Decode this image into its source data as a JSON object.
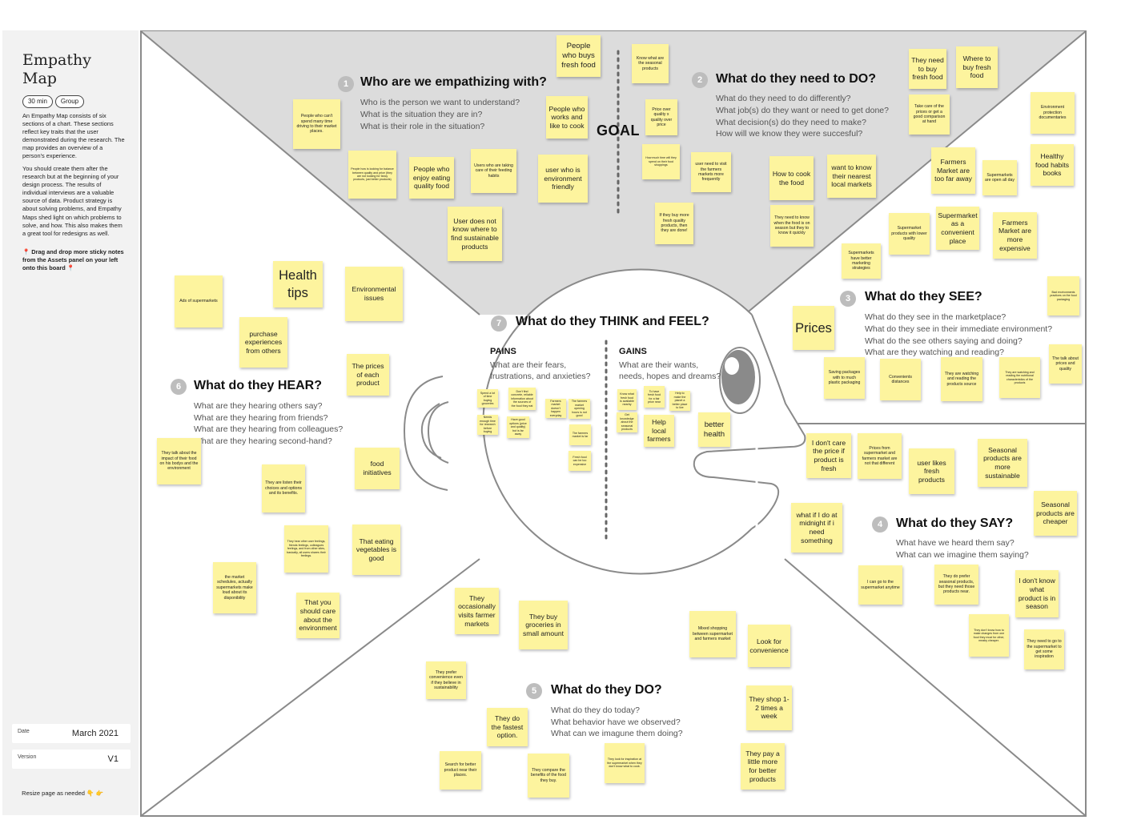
{
  "sidebar": {
    "title": "Empathy Map",
    "tags": [
      "30 min",
      "Group"
    ],
    "para1": "An Empathy Map consists of six sections of a chart. These sections reflect key traits that the user demonstrated during the research. The map provides an overview of a person's experience.",
    "para2": "You should create them after the research but at the beginning of your design process. The results of individual interviews are a valuable source of data. Product strategy is about solving problems, and Empathy Maps shed light on which problems to solve, and how. This also makes them a great tool for redesigns as well.",
    "para3": "📍 Drag and drop more sticky notes from the Assets panel on your left onto this board 📍",
    "date_label": "Date",
    "date_value": "March 2021",
    "version_label": "Version",
    "version_value": "V1",
    "footer": "Resize page as needed 👇 👉"
  },
  "sections": {
    "s1": {
      "num": "1",
      "title": "Who are we empathizing with?",
      "questions": [
        "Who is the person we want to understand?",
        "What is the situation they are in?",
        "What is their role in the situation?"
      ]
    },
    "s2": {
      "num": "2",
      "title": "What do they need to DO?",
      "questions": [
        "What do they need to do differently?",
        "What job(s) do they want or need to get done?",
        "What decision(s) do they need to make?",
        "How will we know they were succesful?"
      ]
    },
    "s3": {
      "num": "3",
      "title": "What do they SEE?",
      "questions": [
        "What do they see in the marketplace?",
        "What do they see in their immediate environment?",
        "What do the see others saying and doing?",
        "What are they watching and reading?"
      ]
    },
    "s4": {
      "num": "4",
      "title": "What do they SAY?",
      "questions": [
        "What have we heard them say?",
        "What can we imagine them saying?"
      ]
    },
    "s5": {
      "num": "5",
      "title": "What do they DO?",
      "questions": [
        "What do they do today?",
        "What behavior have we observed?",
        "What can we imagune them doing?"
      ]
    },
    "s6": {
      "num": "6",
      "title": "What do they HEAR?",
      "questions": [
        "What are they hearing others say?",
        "What are they hearing from friends?",
        "What are they hearing from colleagues?",
        "What are they hearing second-hand?"
      ]
    },
    "s7": {
      "num": "7",
      "title": "What do they THINK and FEEL?"
    }
  },
  "goal_label": "GOAL",
  "pains": {
    "title": "PAINS",
    "text": "What are their fears, frustrations, and anxieties?"
  },
  "gains": {
    "title": "GAINS",
    "text": "What are their wants, needs, hopes and dreams?"
  },
  "colors": {
    "note": "#fdf49e",
    "goal_area": "#dcdcdc",
    "outline": "#8a8a8a"
  },
  "notes": [
    "People who buys fresh food",
    "Know what are the seasonal products",
    "They need to buy fresh food",
    "Where to buy fresh food",
    "People who can't spend many time driving to their market places.",
    "People who works and like to cook",
    "Price over quality x quality over price",
    "Take care of the prices or get a good comparison at hand",
    "Environment protection documentaries",
    "People how is looking for balance between quality and price (they are not looking for fancy products, just better products)",
    "People who enjoy eating quality food",
    "Users who are taking care of their feeding habits",
    "user who is environment friendly",
    "How much time will they spend on their food shoppings",
    "user need to visit the farmers markets more frequently",
    "How to cook the food",
    "want to know their nearest local markets",
    "Farmers Market are too far away",
    "Supermarkets are open all day",
    "Healthy food habits books",
    "User does not know where to find sustainable products",
    "If they buy more fresh quality products, then they are done!",
    "They need to know when the food is on season but they to know it quickly",
    "Supermarket products with lower quality",
    "Supermarket as a convenient place",
    "Farmers Market are more expensive",
    "Supermarkets have better marketing strategies",
    "Bad environments practices on the food packaging",
    "Ads of supermarkets",
    "Health tips",
    "Environmental issues",
    "purchase experiences from others",
    "Prices",
    "The prices of each product",
    "The talk about prices and quality",
    "Saving packages with to much plastic packaging",
    "Convenients distances",
    "They are watching and reading the products source",
    "They are watching and reading the nutritional characteristics of the products",
    "Spend a lot of time buying groceries",
    "Don't find concrete, reliable information about the sources of the food they eat",
    "Farmers market doesn't happen everyday",
    "The farmers market opening hours is not good",
    "Needs enough time for research before buying",
    "Have good options (price and quality) but is far away",
    "The farmers market is far",
    "Fresh food can be too expensive",
    "Know what fresh food is available nearby",
    "To have fresh food for a fair price near",
    "Help to make the planet a better place to live",
    "Get knowledge about the seasonal products",
    "Help local farmers",
    "better health",
    "They talk about the impact of their food on his bodys and the environment",
    "food initiatives",
    "They are listen their choices and options and its benefits.",
    "They hear other user feelings, friends feelings, colleagues feelings, and from other sites, basically, all users shares their feelings.",
    "That eating vegetables is good",
    "the market schedules, actually supermarkets make loud about its disponibility",
    "That you should care about the environment",
    "I don't care the price if product is fresh",
    "Prices from supermarket and farmers market are not that different",
    "user likes fresh products",
    "Seasonal products are more sustainable",
    "Seasonal products are cheaper",
    "what if I do at midnight if i need something",
    "I can go to the supermarket anytime",
    "They do prefer seasonal products, but they need those products near.",
    "I don't know what product is in season",
    "They don't know how to make changes from one food they must for other, meaby cheaper.",
    "They need to go to the supermarket to get some inspiration",
    "They occasionally visits farmer markets",
    "They buy groceries in small amount",
    "Mixed shopping between supermarket and farmers market",
    "Look for convenience",
    "They prefer convenience even if they believe in sustainability",
    "They shop 1-2 times a week",
    "They do the fastest option.",
    "Search for better product near their places.",
    "They compare the benefits of the food they buy.",
    "They look for inspiration at the supermarket when they don't know what to cook.",
    "They pay a little more for better products"
  ]
}
